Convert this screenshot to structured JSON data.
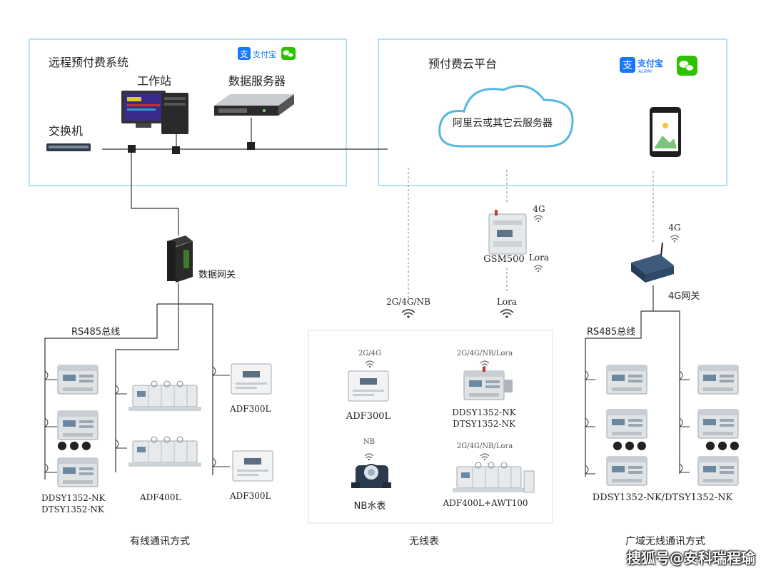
{
  "panels": {
    "remote_system": {
      "title": "远程预付费系统"
    },
    "cloud_platform": {
      "title": "预付费云平台"
    }
  },
  "labels": {
    "workstation": "工作站",
    "data_server": "数据服务器",
    "switch": "交换机",
    "cloud_server": "阿里云或其它云服务器",
    "data_gateway": "数据网关",
    "gsm500": "GSM500",
    "gateway_4g": "4G网关"
  },
  "payment_logos": {
    "alipay_cn": "支付宝",
    "alipay_en": "ALIPAY",
    "wechat_icon": "wechat-icon"
  },
  "signals": {
    "gsm500_4g": "4G",
    "gsm500_lora": "Lora",
    "gateway_4g": "4G",
    "wireless_2g4gnb": "2G/4G/NB",
    "wireless_lora": "Lora"
  },
  "wired": {
    "bus": "RS485总线",
    "meter_group_a": "DDSY1352-NK\nDTSY1352-NK",
    "meter_group_b": "ADF400L",
    "meter_adf300l_top": "ADF300L",
    "meter_adf300l_bottom": "ADF300L",
    "dots": "●●●",
    "section_title": "有线通讯方式"
  },
  "wireless": {
    "adf300l_tag": "2G/4G",
    "adf300l": "ADF300L",
    "ddsy_tag": "2G/4G/NB/Lora",
    "ddsy": "DDSY1352-NK\nDTSY1352-NK",
    "water_tag": "NB",
    "water": "NB水表",
    "adf400l_tag": "2G/4G/NB/Lora",
    "adf400l": "ADF400L+AWT100",
    "section_title": "无线表"
  },
  "wan": {
    "bus": "RS485总线",
    "meters": "DDSY1352-NK/DTSY1352-NK",
    "dots_left": "●●●",
    "dots_right": "●●●",
    "section_title": "广域无线通讯方式"
  },
  "watermark": "搜狐号@安科瑞程瑜",
  "colors": {
    "panel_border": "#9fd6ea",
    "alipay": "#1677ff",
    "wechat": "#2dc100",
    "meter_body": "#dfe3e6",
    "meter_panel": "#8fa6b8",
    "wire": "#333333"
  }
}
